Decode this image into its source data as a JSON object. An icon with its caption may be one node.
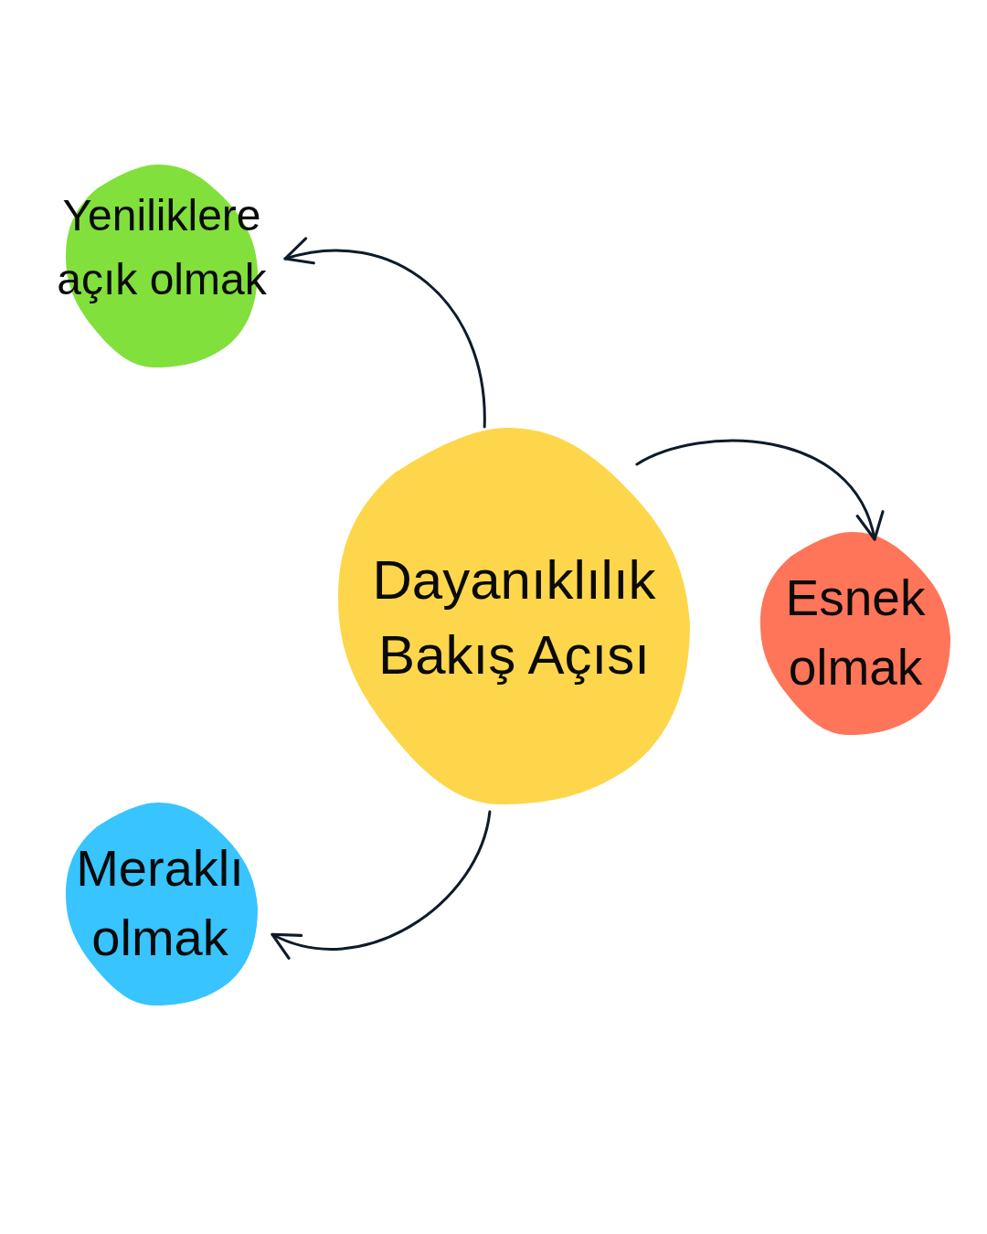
{
  "diagram": {
    "nodes": [
      {
        "text": [
          "Yeniliklere açık olmak"
        ]
      },
      {
        "text": [
          "Dayanıklılık Bakış Açısı"
        ]
      },
      {
        "text": [
          "Esnek olmak"
        ]
      },
      {
        "text": [
          "Meraklı olmak"
        ]
      }
    ],
    "edges": [
      {
        "from": 1,
        "to": 0,
        "arrow": "to"
      },
      {
        "from": 1,
        "to": 2,
        "arrow": "to"
      },
      {
        "from": 1,
        "to": 3,
        "arrow": "to"
      }
    ]
  }
}
